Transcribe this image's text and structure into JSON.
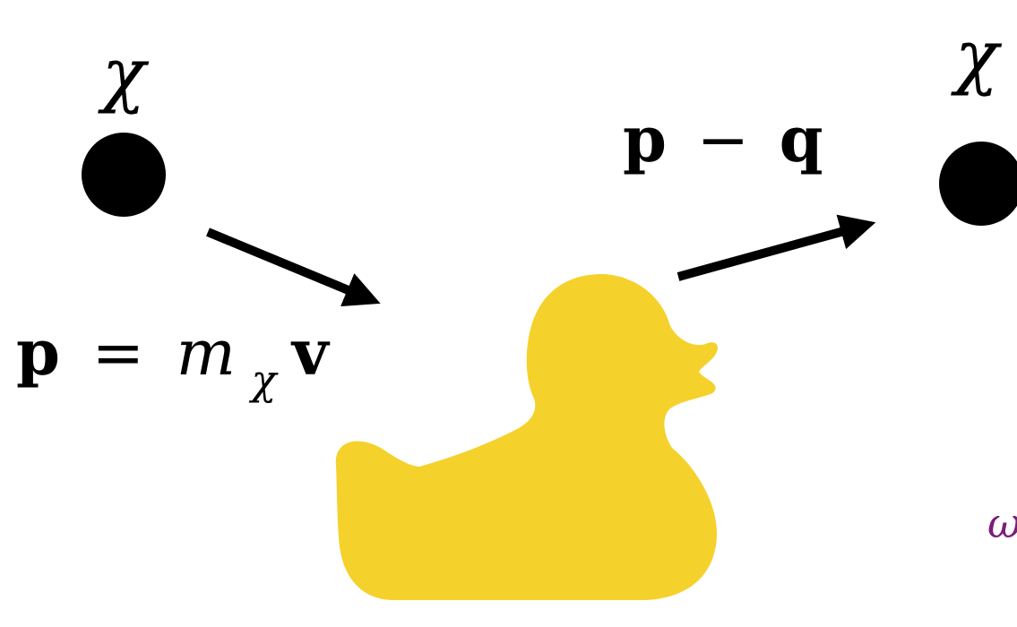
{
  "diagram": {
    "incoming_particle": {
      "symbol": "χ",
      "momentum_label": {
        "p": "p",
        "equals": "=",
        "m": "m",
        "subscript": "χ",
        "v": "v"
      }
    },
    "outgoing_particle": {
      "symbol": "χ",
      "momentum_label": {
        "p": "p",
        "minus": "−",
        "q": "q"
      }
    },
    "target": {
      "icon": "rubber-duck-icon"
    },
    "partial_text": "ω"
  },
  "colors": {
    "particle": "#000000",
    "arrow": "#000000",
    "duck": "#F5D12B",
    "partial_text": "#7B1E7A"
  }
}
